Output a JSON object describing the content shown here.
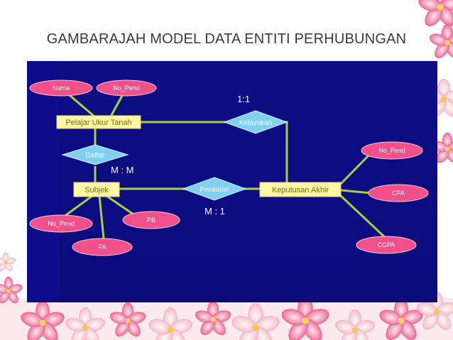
{
  "title": "GAMBARAJAH MODEL DATA ENTITI PERHUBUNGAN",
  "entities": {
    "pelajar": "Pelajar Ukur Tanah",
    "subjek": "Subjek",
    "keputusan": "Keputusan Akhir"
  },
  "relationships": {
    "daftar": "Daftar",
    "kelayakan": "Kelayakan",
    "penilaian": "Penilaian"
  },
  "attributes": {
    "nama": "Nama",
    "no_pend_pelajar": "No_Pend",
    "no_pend_subjek": "No_Pend",
    "pa": "PA",
    "pb": "PB",
    "no_pend_keputusan": "No_Pend",
    "cpa": "CPA",
    "cgpa": "CGPA"
  },
  "cardinalities": {
    "kelayakan": "1:1",
    "daftar": "M : M",
    "penilaian": "M : 1"
  },
  "colors": {
    "panel": "#0b0b80",
    "entity": "#fff6a8",
    "entity_text": "#8a6a00",
    "relationship": "#7fd0f2",
    "attribute": "#f2508a",
    "line": "#a9cf3e"
  }
}
